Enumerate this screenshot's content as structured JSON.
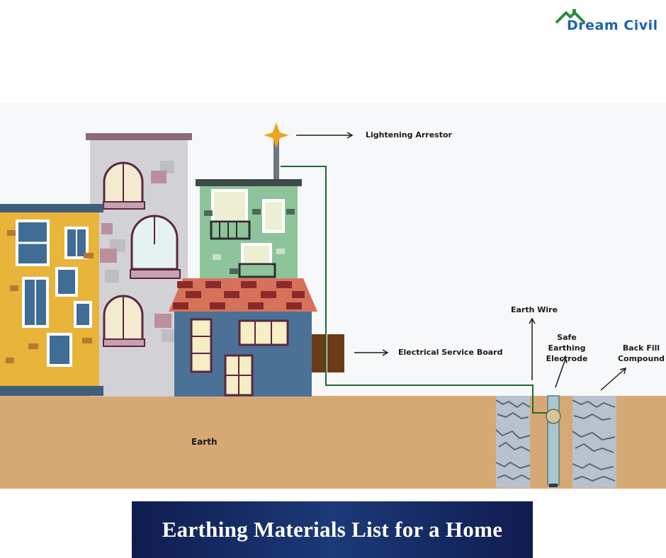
{
  "brand": {
    "logo_text": "Dream Civil"
  },
  "labels": {
    "lightning_arrestor": "Lightening Arrestor",
    "electrical_service_board": "Electrical Service Board",
    "earth_wire": "Earth Wire",
    "safe_earthing_electrode": "Safe Earthing Electrode",
    "back_fill_compound": "Back Fill Compound",
    "earth": "Earth"
  },
  "title": "Earthing Materials List for a Home",
  "colors": {
    "ground": "#d6a974",
    "wire": "#1f6b2f",
    "title_bar": "#12235a",
    "logo_green": "#2e8b3a",
    "logo_blue": "#1e63b0"
  }
}
